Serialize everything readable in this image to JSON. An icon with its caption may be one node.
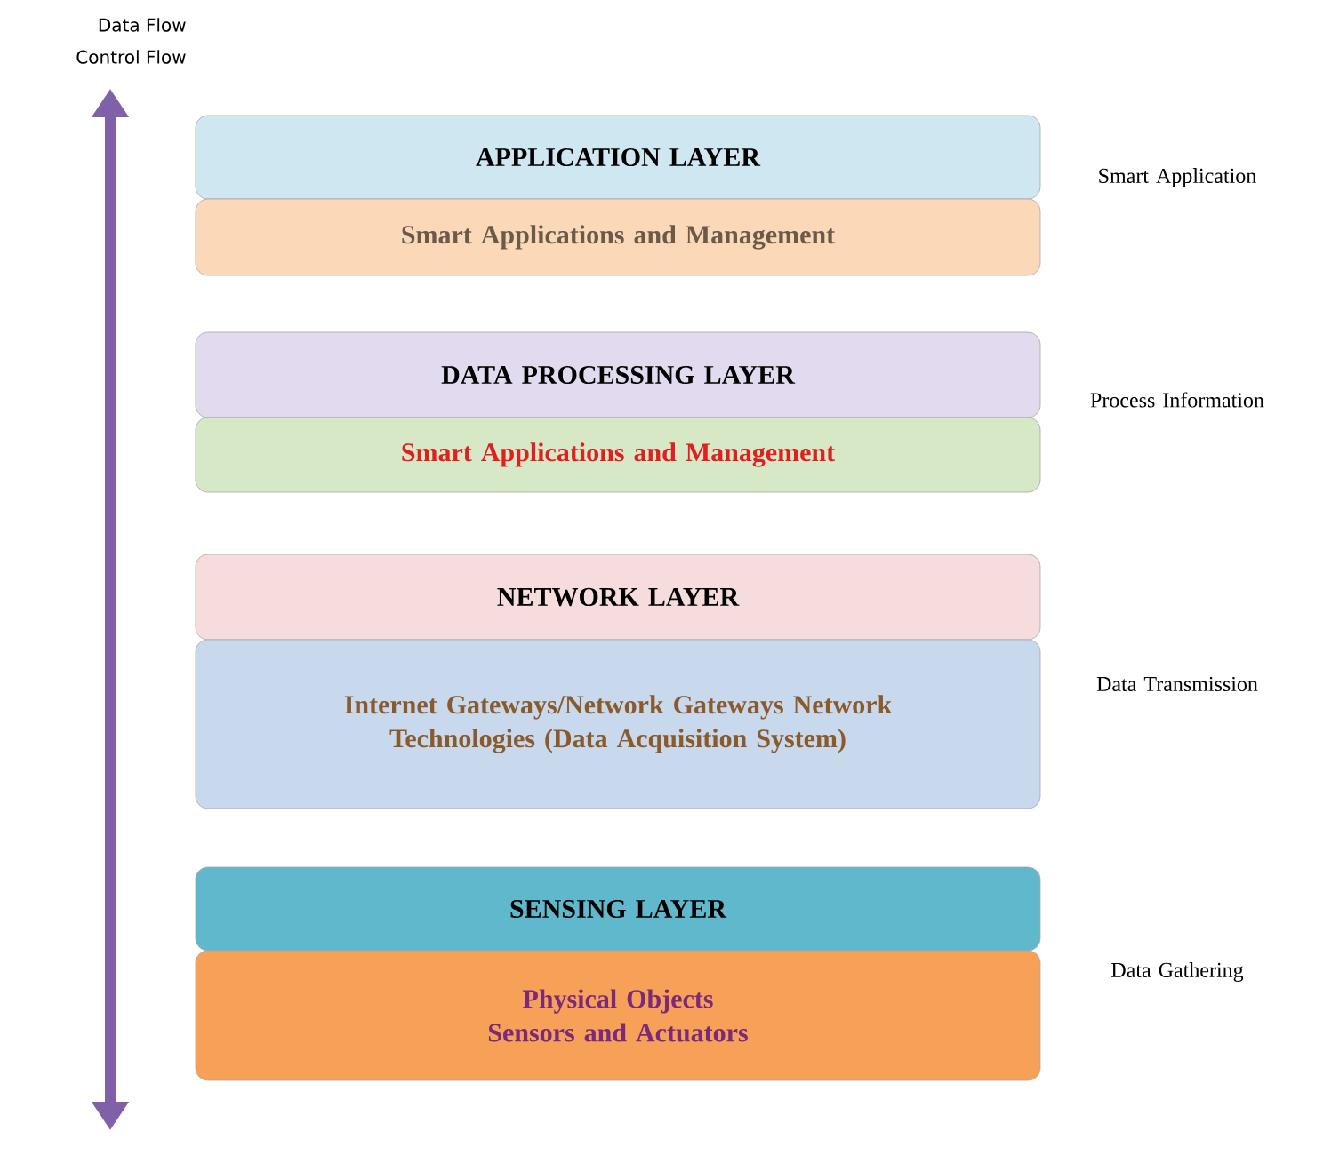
{
  "diagram": {
    "nodes": [
      {
        "text": [
          "APPLICATION LAYER"
        ]
      },
      {
        "text": [
          "Smart Applications and Management"
        ]
      },
      {
        "text": [
          "DATA PROCESSING LAYER"
        ]
      },
      {
        "text": [
          "Smart Applications and Management"
        ]
      },
      {
        "text": [
          "NETWORK LAYER"
        ]
      },
      {
        "text": [
          "Internet Gateways/Network Gateways Network Technologies (Data Acquisition System)"
        ]
      },
      {
        "text": [
          "SENSING LAYER"
        ]
      },
      {
        "text": [
          "Physical Objects Sensors and Actuators"
        ]
      }
    ],
    "labels": [
      "Data Flow",
      "Control Flow",
      "Smart Application",
      "Process Information",
      "Data Transmission",
      "Data Gathering"
    ]
  }
}
